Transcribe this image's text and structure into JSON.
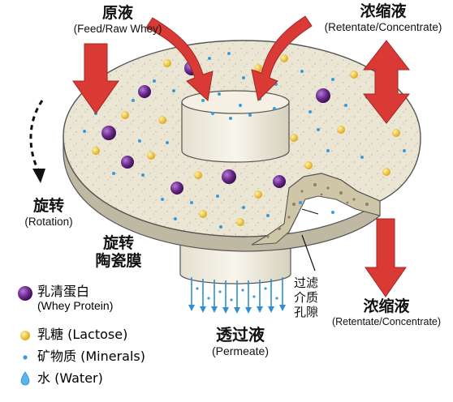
{
  "labels": {
    "feed_zh": "原液",
    "feed_en": "(Feed/Raw Whey)",
    "retentate_top_zh": "浓缩液",
    "retentate_top_en": "(Retentate/Concentrate)",
    "rotation_zh": "旋转",
    "rotation_en": "(Rotation)",
    "membrane_line1": "旋转",
    "membrane_line2": "陶瓷膜",
    "pore_line1": "过滤",
    "pore_line2": "介质",
    "pore_line3": "孔隙",
    "permeate_zh": "透过液",
    "permeate_en": "(Permeate)",
    "retentate_bottom_zh": "浓缩液",
    "retentate_bottom_en": "(Retentate/Concentrate)"
  },
  "legend": [
    {
      "zh": "乳清蛋白",
      "en": "(Whey Protein)",
      "icon": "purple-sphere",
      "color": "#6a2a8c"
    },
    {
      "zh": "乳糖 (Lactose)",
      "en": "",
      "icon": "yellow-dot",
      "color": "#f2c12e"
    },
    {
      "zh": "矿物质 (Minerals)",
      "en": "",
      "icon": "blue-dot",
      "color": "#3a9bd6"
    },
    {
      "zh": "水 (Water)",
      "en": "",
      "icon": "water-drop",
      "color": "#5ab4e8"
    }
  ],
  "colors": {
    "arrow_red": "#d93a36",
    "disk_face": "#ebe6d3",
    "disk_rim": "#bfb8a3",
    "permeate_blue": "#2f8fd1"
  }
}
